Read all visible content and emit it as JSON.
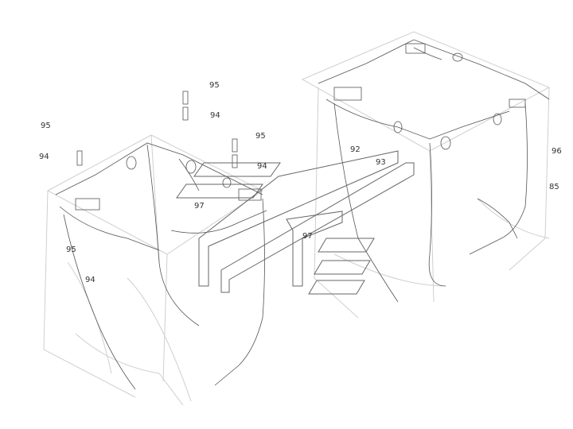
{
  "diagram": {
    "callouts": [
      "95",
      "94",
      "95",
      "94",
      "94",
      "95",
      "92",
      "93",
      "96",
      "85",
      "97",
      "97",
      "95",
      "94"
    ]
  }
}
